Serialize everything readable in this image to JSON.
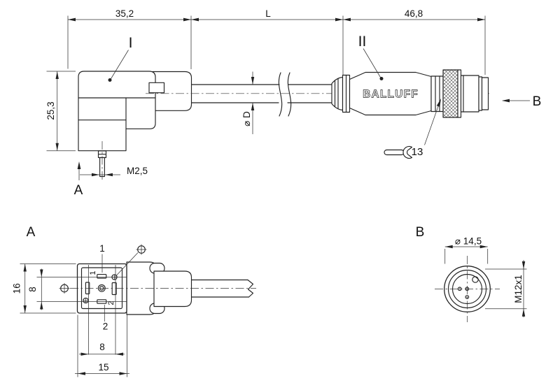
{
  "colors": {
    "line": "#222222",
    "background": "#ffffff"
  },
  "brand": "BALLUFF",
  "top_view": {
    "dims": {
      "connector_width": "35,2",
      "cable_length": "L",
      "m12_length": "46,8",
      "connector_height": "25,3",
      "screw_thread": "M2,5",
      "cable_diameter": "⌀ D"
    },
    "callouts": {
      "detail_i": "I",
      "detail_ii": "II",
      "section_arrow": "A",
      "view_arrow": "B",
      "wrench_size": "13"
    }
  },
  "view_a": {
    "title": "A",
    "dims": {
      "height": "16",
      "pin_pitch_vertical": "8",
      "pin_pitch_horizontal": "8",
      "width": "15"
    },
    "pins": {
      "pin1": "1",
      "pin2": "2"
    }
  },
  "view_b": {
    "title": "B",
    "dims": {
      "outer_diameter": "⌀ 14,5",
      "thread": "M12x1"
    }
  }
}
